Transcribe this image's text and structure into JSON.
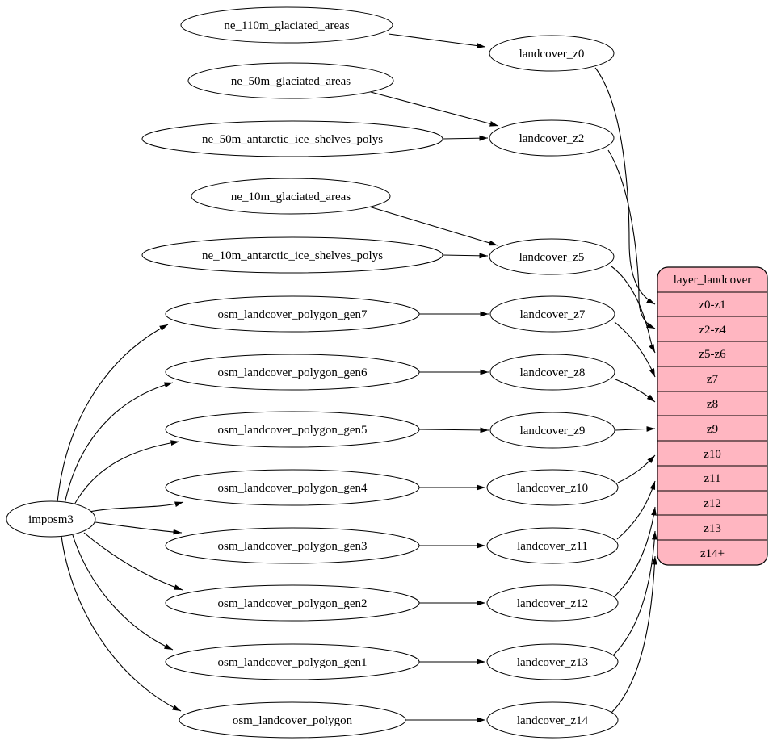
{
  "diagram": {
    "type": "directed-graph",
    "background": "#ffffff",
    "node_fill": "#ffffff",
    "node_stroke": "#000000",
    "edge_color": "#000000"
  },
  "nodes": {
    "imposm3": "imposm3",
    "ne_110m_glaciated_areas": "ne_110m_glaciated_areas",
    "ne_50m_glaciated_areas": "ne_50m_glaciated_areas",
    "ne_50m_antarctic_ice_shelves_polys": "ne_50m_antarctic_ice_shelves_polys",
    "ne_10m_glaciated_areas": "ne_10m_glaciated_areas",
    "ne_10m_antarctic_ice_shelves_polys": "ne_10m_antarctic_ice_shelves_polys",
    "osm_landcover_polygon_gen7": "osm_landcover_polygon_gen7",
    "osm_landcover_polygon_gen6": "osm_landcover_polygon_gen6",
    "osm_landcover_polygon_gen5": "osm_landcover_polygon_gen5",
    "osm_landcover_polygon_gen4": "osm_landcover_polygon_gen4",
    "osm_landcover_polygon_gen3": "osm_landcover_polygon_gen3",
    "osm_landcover_polygon_gen2": "osm_landcover_polygon_gen2",
    "osm_landcover_polygon_gen1": "osm_landcover_polygon_gen1",
    "osm_landcover_polygon": "osm_landcover_polygon",
    "landcover_z0": "landcover_z0",
    "landcover_z2": "landcover_z2",
    "landcover_z5": "landcover_z5",
    "landcover_z7": "landcover_z7",
    "landcover_z8": "landcover_z8",
    "landcover_z9": "landcover_z9",
    "landcover_z10": "landcover_z10",
    "landcover_z11": "landcover_z11",
    "landcover_z12": "landcover_z12",
    "landcover_z13": "landcover_z13",
    "landcover_z14": "landcover_z14"
  },
  "table": {
    "title": "layer_landcover",
    "fill": "#ffb6c1",
    "rows": [
      "z0-z1",
      "z2-z4",
      "z5-z6",
      "z7",
      "z8",
      "z9",
      "z10",
      "z11",
      "z12",
      "z13",
      "z14+"
    ]
  },
  "edges": [
    [
      "imposm3",
      "osm_landcover_polygon_gen7"
    ],
    [
      "imposm3",
      "osm_landcover_polygon_gen6"
    ],
    [
      "imposm3",
      "osm_landcover_polygon_gen5"
    ],
    [
      "imposm3",
      "osm_landcover_polygon_gen4"
    ],
    [
      "imposm3",
      "osm_landcover_polygon_gen3"
    ],
    [
      "imposm3",
      "osm_landcover_polygon_gen2"
    ],
    [
      "imposm3",
      "osm_landcover_polygon_gen1"
    ],
    [
      "imposm3",
      "osm_landcover_polygon"
    ],
    [
      "ne_110m_glaciated_areas",
      "landcover_z0"
    ],
    [
      "ne_50m_glaciated_areas",
      "landcover_z2"
    ],
    [
      "ne_50m_antarctic_ice_shelves_polys",
      "landcover_z2"
    ],
    [
      "ne_10m_glaciated_areas",
      "landcover_z5"
    ],
    [
      "ne_10m_antarctic_ice_shelves_polys",
      "landcover_z5"
    ],
    [
      "osm_landcover_polygon_gen7",
      "landcover_z7"
    ],
    [
      "osm_landcover_polygon_gen6",
      "landcover_z8"
    ],
    [
      "osm_landcover_polygon_gen5",
      "landcover_z9"
    ],
    [
      "osm_landcover_polygon_gen4",
      "landcover_z10"
    ],
    [
      "osm_landcover_polygon_gen3",
      "landcover_z11"
    ],
    [
      "osm_landcover_polygon_gen2",
      "landcover_z12"
    ],
    [
      "osm_landcover_polygon_gen1",
      "landcover_z13"
    ],
    [
      "osm_landcover_polygon",
      "landcover_z14"
    ],
    [
      "landcover_z0",
      "layer_landcover:z0-z1"
    ],
    [
      "landcover_z2",
      "layer_landcover:z2-z4"
    ],
    [
      "landcover_z5",
      "layer_landcover:z5-z6"
    ],
    [
      "landcover_z7",
      "layer_landcover:z7"
    ],
    [
      "landcover_z8",
      "layer_landcover:z8"
    ],
    [
      "landcover_z9",
      "layer_landcover:z9"
    ],
    [
      "landcover_z10",
      "layer_landcover:z10"
    ],
    [
      "landcover_z11",
      "layer_landcover:z11"
    ],
    [
      "landcover_z12",
      "layer_landcover:z12"
    ],
    [
      "landcover_z13",
      "layer_landcover:z13"
    ],
    [
      "landcover_z14",
      "layer_landcover:z14+"
    ]
  ]
}
